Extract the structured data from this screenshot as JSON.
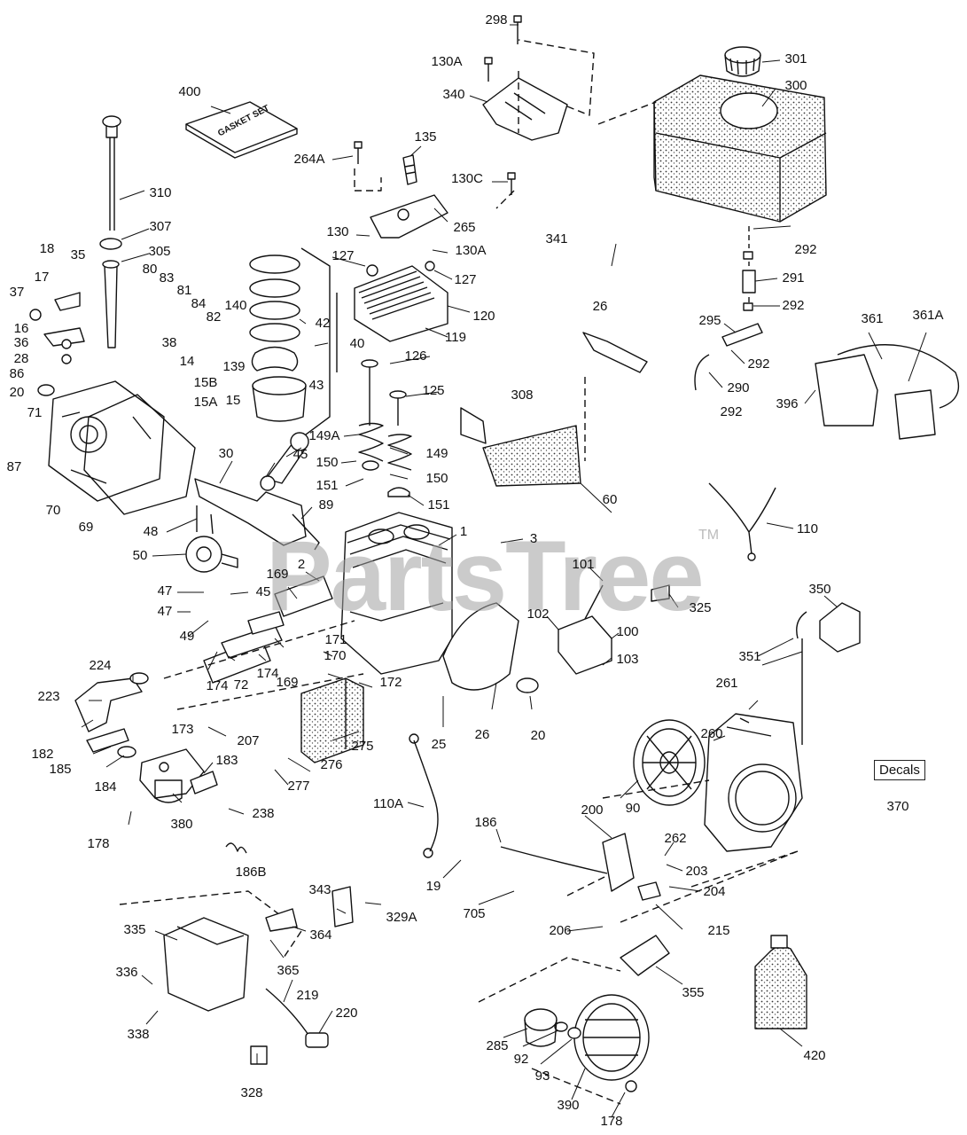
{
  "watermark": {
    "text": "PartsTree",
    "tm": "TM"
  },
  "gasket_set_text": "GASKET SET",
  "decals": {
    "label": "Decals",
    "number": "370"
  },
  "labels": [
    "298",
    "130A",
    "301",
    "300",
    "400",
    "340",
    "135",
    "264A",
    "130C",
    "310",
    "265",
    "307",
    "130",
    "130A",
    "18",
    "35",
    "305",
    "127",
    "127",
    "17",
    "80",
    "83",
    "81",
    "84",
    "140",
    "42",
    "120",
    "37",
    "82",
    "119",
    "16",
    "36",
    "38",
    "139",
    "40",
    "28",
    "14",
    "15B",
    "15",
    "15A",
    "86",
    "20",
    "71",
    "87",
    "70",
    "69",
    "43",
    "126",
    "125",
    "149A",
    "149",
    "150",
    "150",
    "151",
    "151",
    "30",
    "45",
    "48",
    "89",
    "50",
    "1",
    "3",
    "2",
    "47",
    "45",
    "169",
    "47",
    "49",
    "224",
    "171",
    "170",
    "169",
    "223",
    "172",
    "174",
    "72",
    "173",
    "182",
    "207",
    "185",
    "184",
    "183",
    "178",
    "380",
    "238",
    "186B",
    "276",
    "275",
    "277",
    "174",
    "308",
    "60",
    "341",
    "26",
    "292",
    "291",
    "292",
    "295",
    "292",
    "290",
    "292",
    "361",
    "361A",
    "396",
    "110",
    "101",
    "102",
    "100",
    "103",
    "325",
    "350",
    "351",
    "261",
    "260",
    "25",
    "20",
    "26",
    "110A",
    "186",
    "200",
    "262",
    "203",
    "204",
    "19",
    "705",
    "206",
    "215",
    "90",
    "343",
    "329A",
    "335",
    "364",
    "365",
    "336",
    "219",
    "338",
    "220",
    "328",
    "355",
    "285",
    "92",
    "93",
    "390",
    "178",
    "420"
  ],
  "icons": [
    "fuel-tank-icon",
    "air-filter-icon",
    "oil-bottle-icon",
    "blower-housing-icon",
    "flywheel-icon",
    "crankshaft-icon",
    "cylinder-block-icon",
    "carburetor-icon",
    "muffler-icon",
    "recoil-starter-icon",
    "gas-cap-icon",
    "cylinder-head-icon",
    "piston-icon"
  ]
}
